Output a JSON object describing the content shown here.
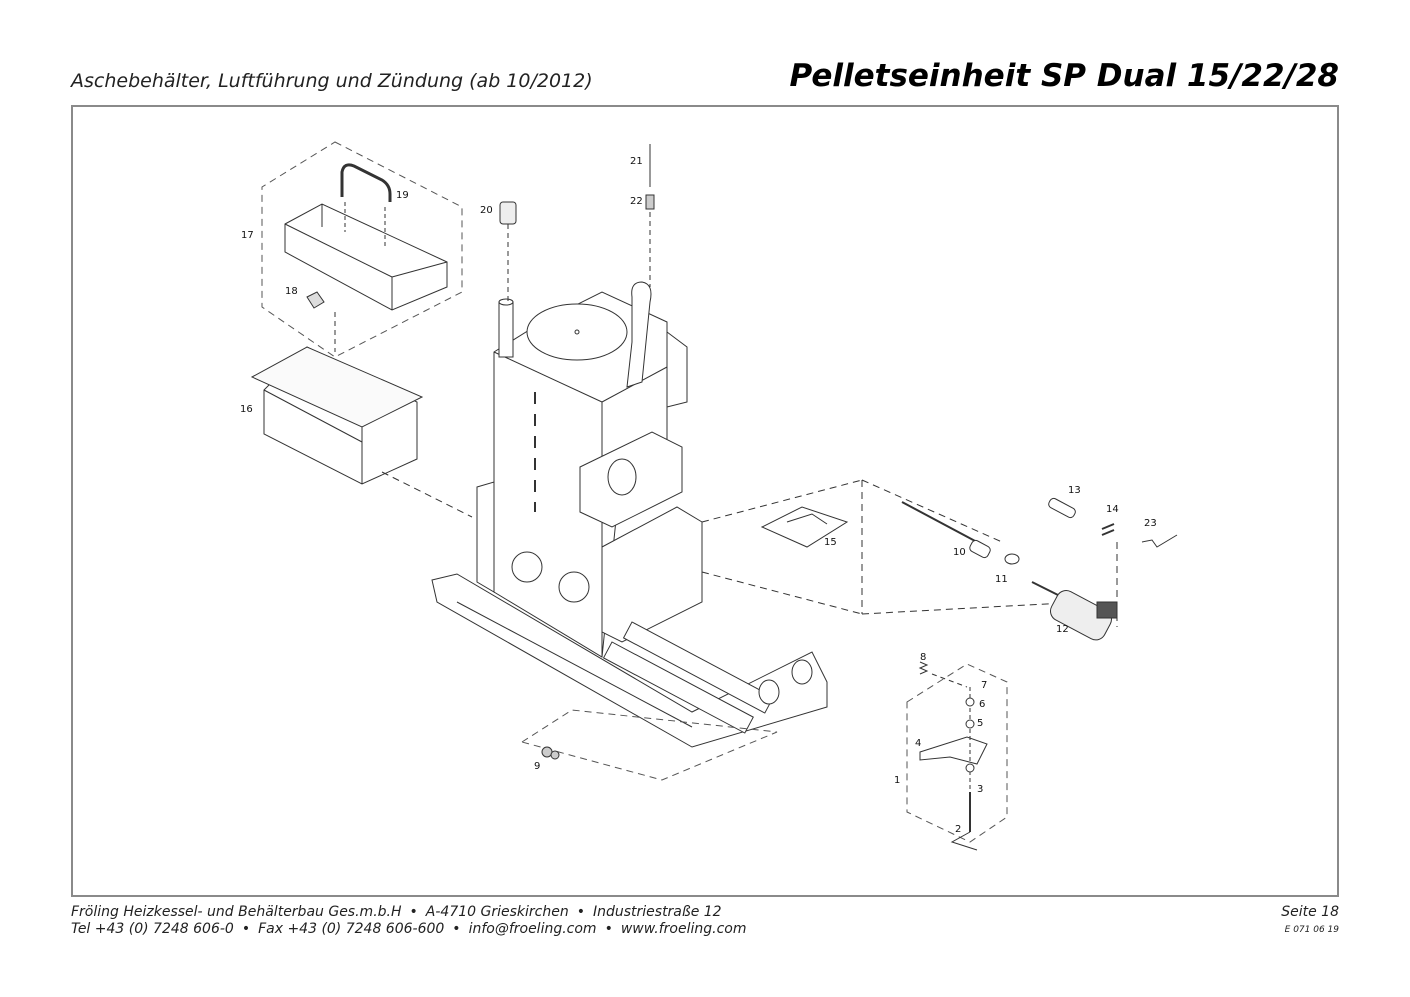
{
  "header": {
    "subtitle": "Aschebehälter, Luftführung und Zündung (ab 10/2012)",
    "title": "Pelletseinheit SP Dual 15/22/28"
  },
  "diagram": {
    "callouts": [
      "1",
      "2",
      "3",
      "4",
      "5",
      "6",
      "7",
      "8",
      "9",
      "10",
      "11",
      "12",
      "13",
      "14",
      "15",
      "16",
      "17",
      "18",
      "19",
      "20",
      "21",
      "22",
      "23"
    ]
  },
  "footer": {
    "company": "Fröling Heizkessel- und Behälterbau Ges.m.b.H",
    "address_city": "A-4710 Grieskirchen",
    "address_street": "Industriestraße 12",
    "phone": "Tel +43 (0) 7248 606-0",
    "fax": "Fax +43 (0) 7248 606-600",
    "email": "info@froeling.com",
    "web": "www.froeling.com",
    "bullet": "•",
    "page": "Seite 18",
    "doc_code": "E 071 06 19"
  }
}
